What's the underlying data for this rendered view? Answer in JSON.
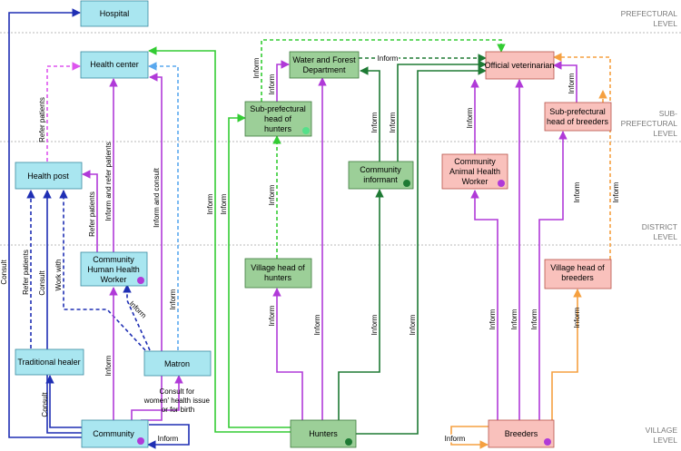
{
  "levels": {
    "prefectural": [
      "PREFECTURAL",
      "LEVEL"
    ],
    "subprefectural": [
      "SUB-",
      "PREFECTURAL",
      "LEVEL"
    ],
    "district": [
      "DISTRICT",
      "LEVEL"
    ],
    "village": [
      "VILLAGE",
      "LEVEL"
    ]
  },
  "colors": {
    "blue_box": "#a9e6f0",
    "green_box": "#9ccf98",
    "red_box": "#f9c1bc",
    "navy": "#1f2fb4",
    "purple": "#b03ad8",
    "light_blue": "#5aa8ee",
    "pink": "#dd55ee",
    "green": "#33cc33",
    "dark_green": "#1e7a34",
    "orange": "#f5a040"
  },
  "nodes": {
    "hospital": [
      "Hospital"
    ],
    "health_center": [
      "Health center"
    ],
    "health_post": [
      "Health post"
    ],
    "chhw": [
      "Community",
      "Human Health",
      "Worker"
    ],
    "traditional_healer": [
      "Traditional healer"
    ],
    "matron": [
      "Matron"
    ],
    "community": [
      "Community"
    ],
    "water_forest": [
      "Water and Forest",
      "Department"
    ],
    "subpref_hunters": [
      "Sub-prefectural",
      "head of",
      "hunters"
    ],
    "community_informant": [
      "Community",
      "informant"
    ],
    "village_hunters": [
      "Village head of",
      "hunters"
    ],
    "hunters": [
      "Hunters"
    ],
    "official_vet": [
      "Official veterinarian"
    ],
    "caahw": [
      "Community",
      "Animal Health",
      "Worker"
    ],
    "subpref_breeders": [
      "Sub-prefectural",
      "head of breeders"
    ],
    "village_breeders": [
      "Village head of",
      "breeders"
    ],
    "breeders": [
      "Breeders"
    ]
  },
  "edge_labels": {
    "consult": "Consult",
    "refer_patients": "Refer patients",
    "work_with": "Work with",
    "inform_and_refer": "Inform and refer patients",
    "inform_and_consult": "Inform and consult",
    "inform": "Inform",
    "consult_for": [
      "Consult for",
      "women' health issue",
      "or for birth"
    ]
  }
}
